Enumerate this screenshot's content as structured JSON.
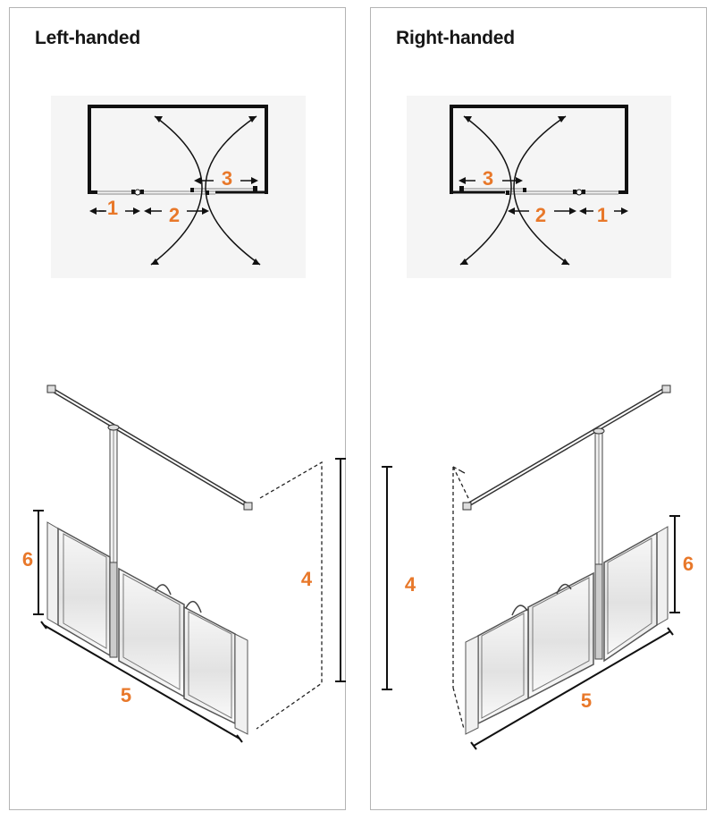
{
  "colors": {
    "accent_orange": "#e8782a",
    "line": "#111111",
    "plan_bg": "#f5f5f5",
    "panel_border": "#b4b4b4",
    "frame_gray": "#9a9a9a"
  },
  "panels": [
    {
      "title": "Left-handed",
      "orientation": "left",
      "plan_view": {
        "labels": {
          "d1": "1",
          "d2": "2",
          "d3": "3"
        },
        "icons": [
          "double-arrow-icon",
          "swing-arc-icon"
        ]
      },
      "iso_view": {
        "labels": {
          "d4": "4",
          "d5": "5",
          "d6": "6"
        }
      }
    },
    {
      "title": "Right-handed",
      "orientation": "right",
      "plan_view": {
        "labels": {
          "d1": "1",
          "d2": "2",
          "d3": "3"
        },
        "icons": [
          "double-arrow-icon",
          "swing-arc-icon"
        ]
      },
      "iso_view": {
        "labels": {
          "d4": "4",
          "d5": "5",
          "d6": "6"
        }
      }
    }
  ]
}
